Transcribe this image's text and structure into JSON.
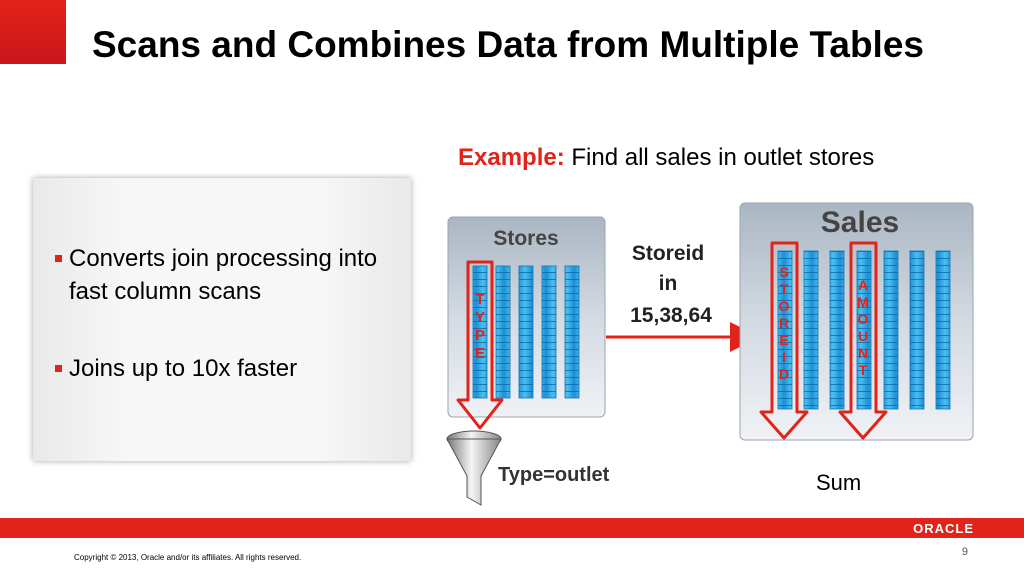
{
  "slide": {
    "title": "Scans and Combines Data from Multiple Tables",
    "example_label": "Example:",
    "example_text": " Find all sales in outlet stores",
    "bullets": [
      "Converts join processing into fast column scans",
      "Joins up to 10x faster"
    ]
  },
  "diagram": {
    "stores": {
      "title": "Stores",
      "type_column": "TYPE",
      "filter_label": "Type=outlet"
    },
    "link": {
      "lines": [
        "Storeid",
        "in",
        "15,38,64"
      ]
    },
    "sales": {
      "title": "Sales",
      "storeid_column": "STOREID",
      "amount_column": "AMOUNT",
      "result_label": "Sum"
    }
  },
  "footer": {
    "logo_text": "ORACLE",
    "copyright": "Copyright © 2013, Oracle and/or its affiliates. All rights reserved.",
    "page_number": "9"
  },
  "colors": {
    "accent_red": "#e2231a",
    "column_blue": "#29a6e4",
    "panel_gray": "#b8c2cd"
  }
}
